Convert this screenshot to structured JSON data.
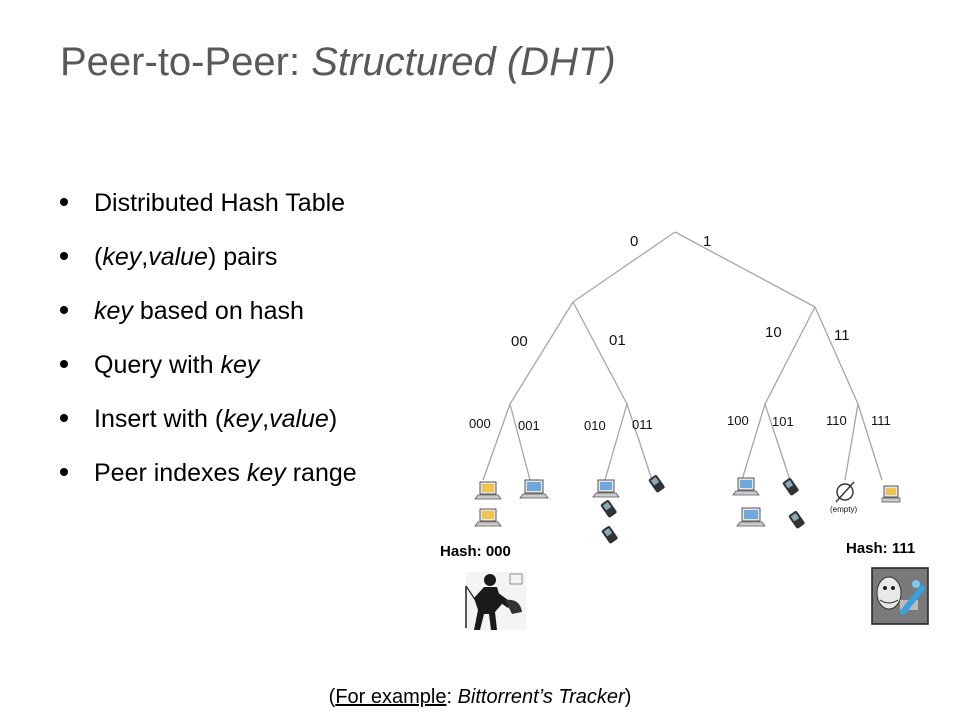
{
  "title": {
    "plain": "Peer-to-Peer: ",
    "italic": "Structured (DHT)"
  },
  "bullets": [
    {
      "parts": [
        {
          "text": "Distributed Hash Table",
          "italic": false
        }
      ]
    },
    {
      "parts": [
        {
          "text": "(",
          "italic": false
        },
        {
          "text": "key",
          "italic": true
        },
        {
          "text": ",",
          "italic": false
        },
        {
          "text": "value",
          "italic": true
        },
        {
          "text": ") pairs",
          "italic": false
        }
      ]
    },
    {
      "parts": [
        {
          "text": "key",
          "italic": true
        },
        {
          "text": " based on hash",
          "italic": false
        }
      ]
    },
    {
      "parts": [
        {
          "text": "Query with ",
          "italic": false
        },
        {
          "text": "key",
          "italic": true
        }
      ]
    },
    {
      "parts": [
        {
          "text": "Insert with (",
          "italic": false
        },
        {
          "text": "key",
          "italic": true
        },
        {
          "text": ",",
          "italic": false
        },
        {
          "text": "value",
          "italic": true
        },
        {
          "text": ")",
          "italic": false
        }
      ]
    },
    {
      "parts": [
        {
          "text": "Peer indexes ",
          "italic": false
        },
        {
          "text": "key",
          "italic": true
        },
        {
          "text": " range",
          "italic": false
        }
      ]
    }
  ],
  "tree": {
    "level1": [
      "0",
      "1"
    ],
    "level2": [
      "00",
      "01",
      "10",
      "11"
    ],
    "level3": [
      "000",
      "001",
      "010",
      "011",
      "100",
      "101",
      "110",
      "111"
    ],
    "empty_label": "(empty)"
  },
  "hash_left": "Hash: 000",
  "hash_right": "Hash: 111",
  "caption": {
    "open": "(",
    "example": "For example",
    "colon": ": ",
    "italic": "Bittorrent’s Tracker",
    "close": ")"
  },
  "colors": {
    "title": "#595959",
    "tree_line": "#a6a6a6",
    "laptop_screen": "#6fa8dc",
    "phone": "#333333"
  }
}
